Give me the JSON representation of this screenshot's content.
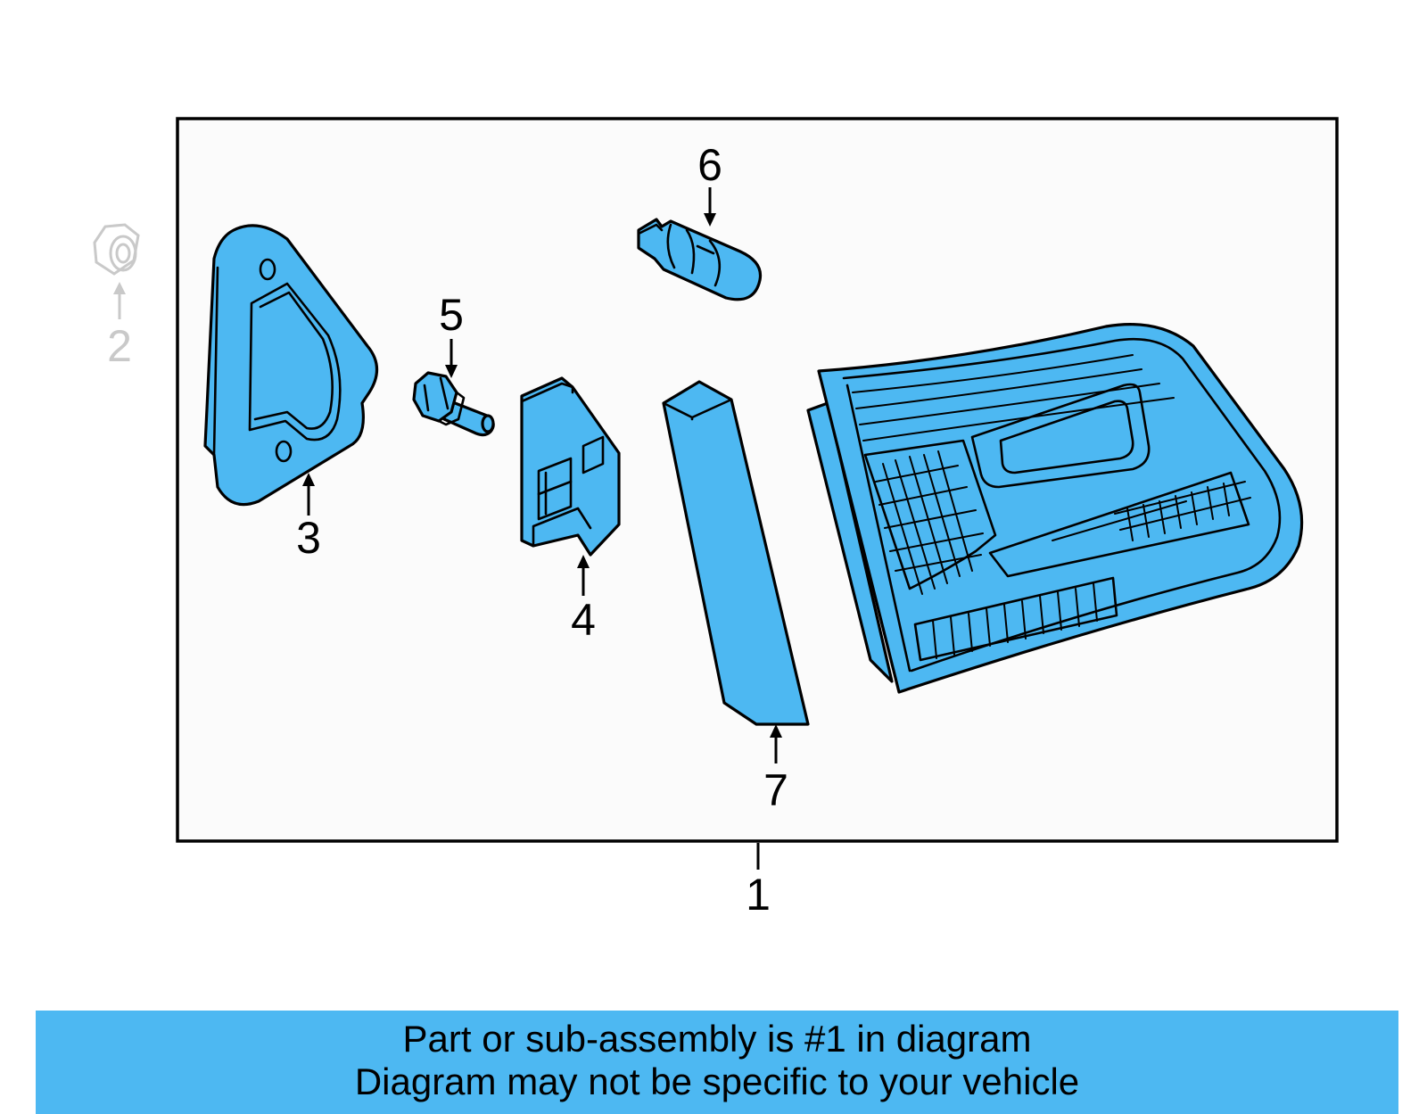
{
  "diagram": {
    "accent_color": "#4db8f2",
    "callouts": {
      "c1": "1",
      "c2": "2",
      "c3": "3",
      "c4": "4",
      "c5": "5",
      "c6": "6",
      "c7": "7"
    },
    "parts": [
      {
        "callout": "1",
        "name": "tail-lamp-assembly",
        "icon": "assembly-frame"
      },
      {
        "callout": "2",
        "name": "nut",
        "icon": "nut-icon",
        "ghosted": true
      },
      {
        "callout": "3",
        "name": "gasket",
        "icon": "gasket-icon"
      },
      {
        "callout": "4",
        "name": "socket",
        "icon": "socket-icon"
      },
      {
        "callout": "5",
        "name": "bolt",
        "icon": "bolt-icon"
      },
      {
        "callout": "6",
        "name": "bulb",
        "icon": "bulb-icon"
      },
      {
        "callout": "7",
        "name": "reflector-trim",
        "icon": "trim-icon"
      }
    ]
  },
  "banner": {
    "line1": "Part or sub-assembly is #1 in diagram",
    "line2": "Diagram may not be specific to your vehicle"
  }
}
